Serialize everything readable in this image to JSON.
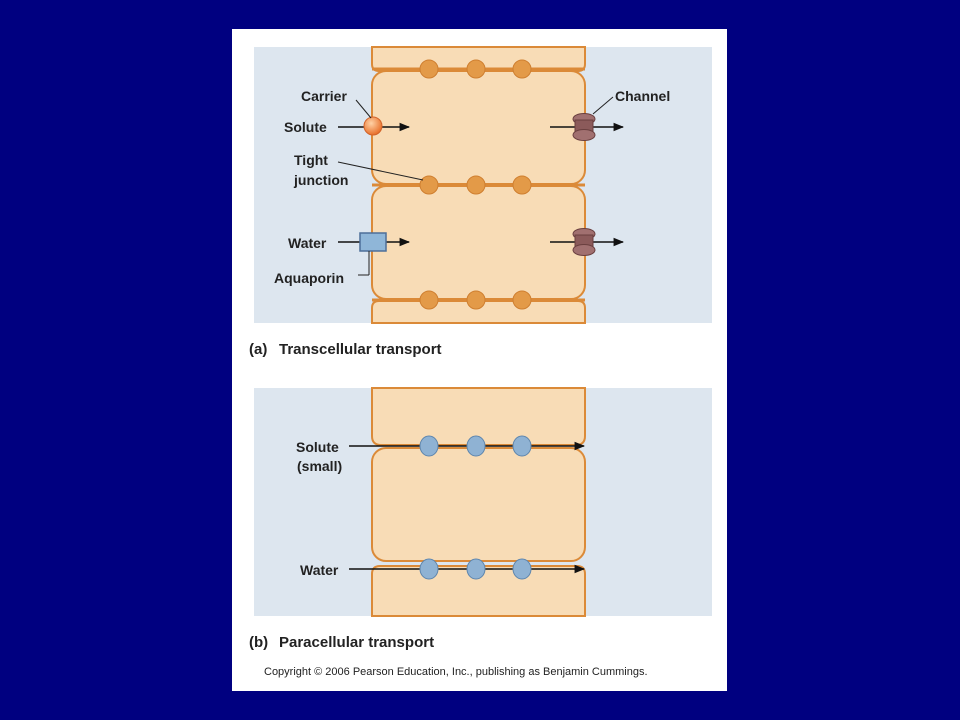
{
  "panel_a": {
    "labels": {
      "carrier": "Carrier",
      "solute": "Solute",
      "tight_junction_line1": "Tight",
      "tight_junction_line2": "junction",
      "water": "Water",
      "aquaporin": "Aquaporin",
      "channel": "Channel"
    },
    "caption_letter": "(a)",
    "caption": "Transcellular transport"
  },
  "panel_b": {
    "labels": {
      "solute_line1": "Solute",
      "solute_line2": "(small)",
      "water": "Water"
    },
    "caption_letter": "(b)",
    "caption": "Paracellular transport"
  },
  "copyright": "Copyright © 2006 Pearson Education, Inc., publishing as Benjamin Cummings.",
  "colors": {
    "slide_background": "#000080",
    "fluid": "#dde6ef",
    "cell": "#f8dcb6",
    "cell_outline": "#db8a38",
    "junction_orange": "#e39a48",
    "junction_blue": "#8fb2d3",
    "carrier": "#ee7b2d",
    "aquaporin": "#8fb6d8",
    "channel": "#9b6a6a"
  }
}
